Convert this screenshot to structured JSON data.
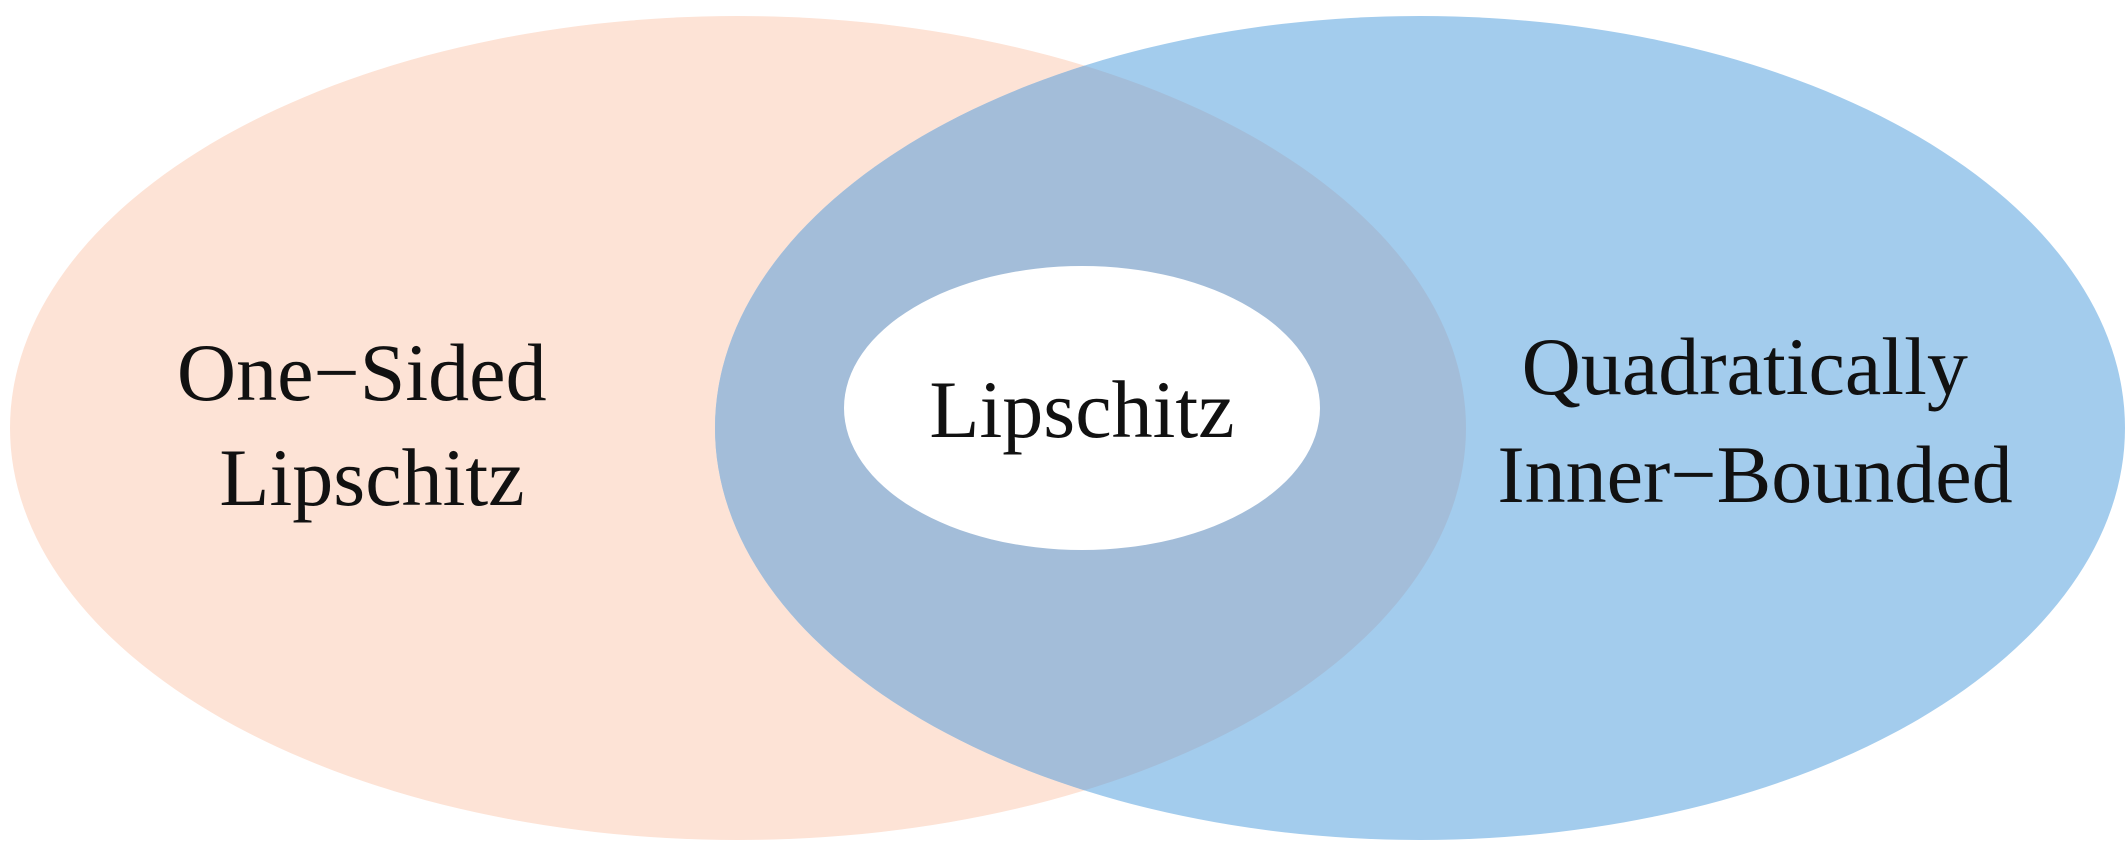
{
  "diagram": {
    "type": "venn",
    "sets": [
      {
        "name": "one-sided-lipschitz",
        "label_lines": [
          "One−Sided",
          "Lipschitz"
        ],
        "color": "#fde3d6"
      },
      {
        "name": "quadratically-inner-bounded",
        "label_lines": [
          "Quadratically",
          "Inner−Bounded"
        ],
        "color": "#a3cced"
      }
    ],
    "overlap_color": "#a3bdd9",
    "subset": {
      "name": "lipschitz",
      "label": "Lipschitz",
      "color": "#ffffff"
    }
  }
}
